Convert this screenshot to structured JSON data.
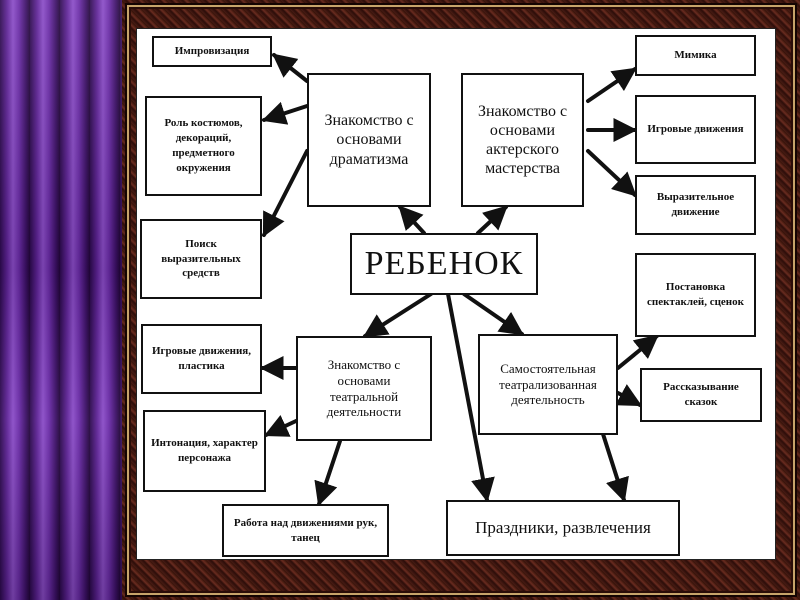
{
  "diagram": {
    "center": "РЕБЕНОК",
    "left_top_boxes": [
      "Импровизация",
      "Роль костюмов, декораций, предметного окружения",
      "Поиск выразительных средств"
    ],
    "dramatism": "Знакомство с основами драматизма",
    "acting": "Знакомство с основами актерского мастерства",
    "right_top_boxes": [
      "Мимика",
      "Игровые движения",
      "Выразительное движение"
    ],
    "theater_activity": "Знакомство с основами театральной деятельности",
    "left_bottom_boxes": [
      "Игровые движения, пластика",
      "Интонация, характер персонажа"
    ],
    "independent_activity": "Самостоятельная театрализованная деятельность",
    "right_bottom_boxes": [
      "Постановка спектаклей, сценок",
      "Рассказывание сказок"
    ],
    "hand_work": "Работа над движениями рук, танец",
    "holidays": "Праздники, развлечения"
  },
  "colors": {
    "curtain": "#6b2ca8",
    "frame": "#3b120c",
    "diagram_line": "#111111",
    "canvas": "#ffffff"
  }
}
